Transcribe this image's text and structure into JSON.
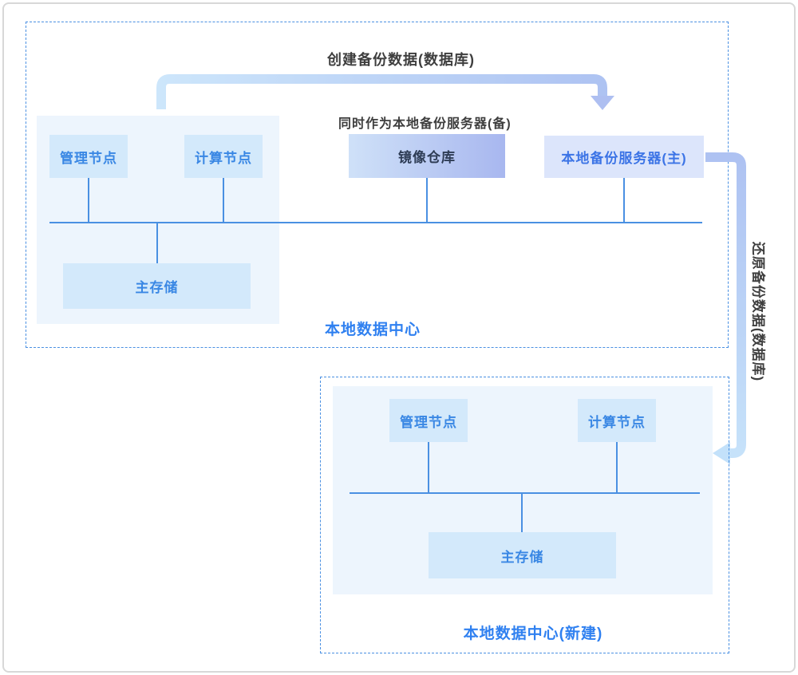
{
  "annotations": {
    "create_backup": "创建备份数据(数据库)",
    "also_backup_server": "同时作为本地备份服务器(备)",
    "restore_backup": "还原备份数据(数据库)"
  },
  "top_datacenter": {
    "label": "本地数据中心",
    "nodes": {
      "management": "管理节点",
      "compute": "计算节点",
      "primary_storage": "主存储",
      "mirror_repo": "镜像仓库",
      "backup_server": "本地备份服务器(主)"
    }
  },
  "bottom_datacenter": {
    "label": "本地数据中心(新建)",
    "nodes": {
      "management": "管理节点",
      "compute": "计算节点",
      "primary_storage": "主存储"
    }
  },
  "colors": {
    "accent_blue": "#4a90e2",
    "dashed_border": "#4a90e2",
    "panel_bg": "#edf5fd",
    "node_bg": "#d3e9fb",
    "node_text": "#3987e4",
    "mirror_gradient_start": "#cfe1f8",
    "mirror_gradient_end": "#a8b7ef",
    "mirror_text": "#2e3c55",
    "backup_server_bg": "#dce5fb",
    "backup_server_text": "#3c74e6",
    "datacenter_label_text": "#2f80f0",
    "annotation_text": "#3e3e3e",
    "arrow_light": "#cde6fb",
    "arrow_dark": "#adc2f2",
    "outer_border": "#d8d8d8"
  }
}
